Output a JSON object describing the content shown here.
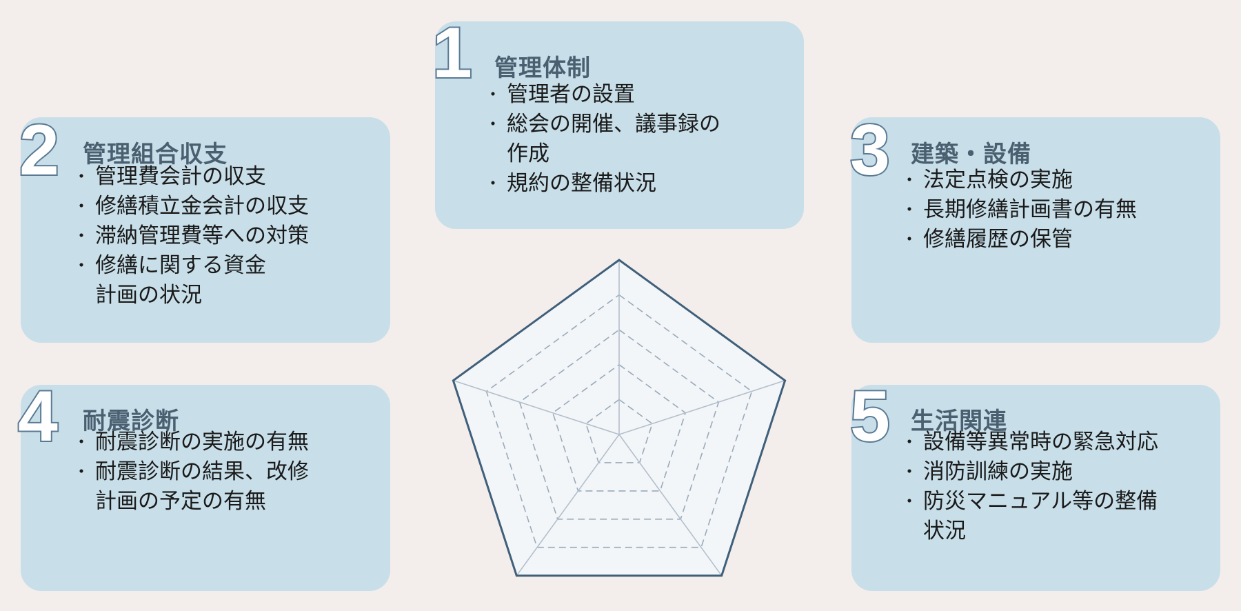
{
  "colors": {
    "background": "#f3eeeb",
    "card_fill": "#c8dfe9",
    "number_stroke": "#5a7a94",
    "number_fill": "#ffffff",
    "title_text": "#4a5f70",
    "body_text": "#1a1a1a",
    "radar_outline": "#3f5f7a",
    "radar_fill": "#f3f6f8",
    "radar_grid": "#9aaabb"
  },
  "categories": [
    {
      "number": "1",
      "title": "管理体制",
      "items": [
        "管理者の設置",
        "総会の開催、議事録の\n作成",
        "規約の整備状況"
      ]
    },
    {
      "number": "2",
      "title": "管理組合収支",
      "items": [
        "管理費会計の収支",
        "修繕積立金会計の収支",
        "滞納管理費等への対策",
        "修繕に関する資金\n計画の状況"
      ]
    },
    {
      "number": "3",
      "title": "建築・設備",
      "items": [
        "法定点検の実施",
        "長期修繕計画書の有無",
        "修繕履歴の保管"
      ]
    },
    {
      "number": "4",
      "title": "耐震診断",
      "items": [
        "耐震診断の実施の有無",
        "耐震診断の結果、改修\n計画の予定の有無"
      ]
    },
    {
      "number": "5",
      "title": "生活関連",
      "items": [
        "設備等異常時の緊急対応",
        "消防訓練の実施",
        "防災マニュアル等の整備\n状況"
      ]
    }
  ],
  "radar": {
    "axes": 5,
    "levels": 5,
    "outer_ring": "solid",
    "inner_rings": "dashed",
    "axis_order": [
      "1 管理体制",
      "3 建築・設備",
      "5 生活関連",
      "4 耐震診断",
      "2 管理組合収支"
    ]
  }
}
